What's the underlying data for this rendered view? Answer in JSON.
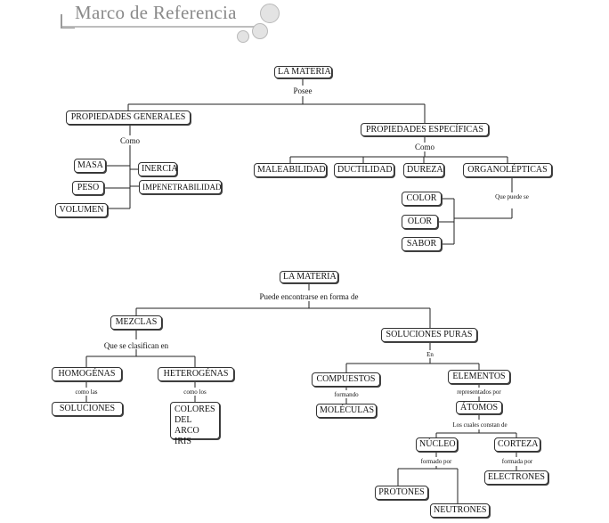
{
  "header": {
    "title": "Marco de  Referencia"
  },
  "diagram1": {
    "root": "LA MATERIA",
    "root_link": "Posee",
    "general": "PROPIEDADES GENERALES",
    "general_link": "Como",
    "general_items": [
      "MASA",
      "PESO",
      "VOLUMEN",
      "INERCIA",
      "IMPENETRABILIDAD"
    ],
    "specific": "PROPIEDADES ESPECÍFICAS",
    "specific_link": "Como",
    "specific_items": [
      "MALEABILIDAD",
      "DUCTILIDAD",
      "DUREZA",
      "ORGANOLÉPTICAS"
    ],
    "organo_link": "Que puede se",
    "organo_items": [
      "COLOR",
      "OLOR",
      "SABOR"
    ]
  },
  "diagram2": {
    "root": "LA MATERIA",
    "root_link": "Puede encontrarse en forma de",
    "mezclas": "MEZCLAS",
    "mezclas_link": "Que se clasifican en",
    "homogenas": "HOMOGÉNAS",
    "homogenas_link": "como las",
    "soluciones": "SOLUCIONES",
    "heterogenas": "HETEROGÉNAS",
    "heterogenas_link": "como los",
    "colores": "COLORES DEL ARCO IRIS",
    "puras": "SOLUCIONES PURAS",
    "puras_link": "En",
    "compuestos": "COMPUESTOS",
    "compuestos_link": "formando",
    "moleculas": "MOLÉCULAS",
    "elementos": "ELEMENTOS",
    "elementos_link": "representados por",
    "atomos": "ÁTOMOS",
    "atomos_link": "Los cuales constan de",
    "nucleo": "NÚCLEO",
    "nucleo_link": "formado por",
    "protones": "PROTONES",
    "neutrones": "NEUTRONES",
    "corteza": "CORTEZA",
    "corteza_link": "formada por",
    "electrones": "ELECTRONES"
  }
}
